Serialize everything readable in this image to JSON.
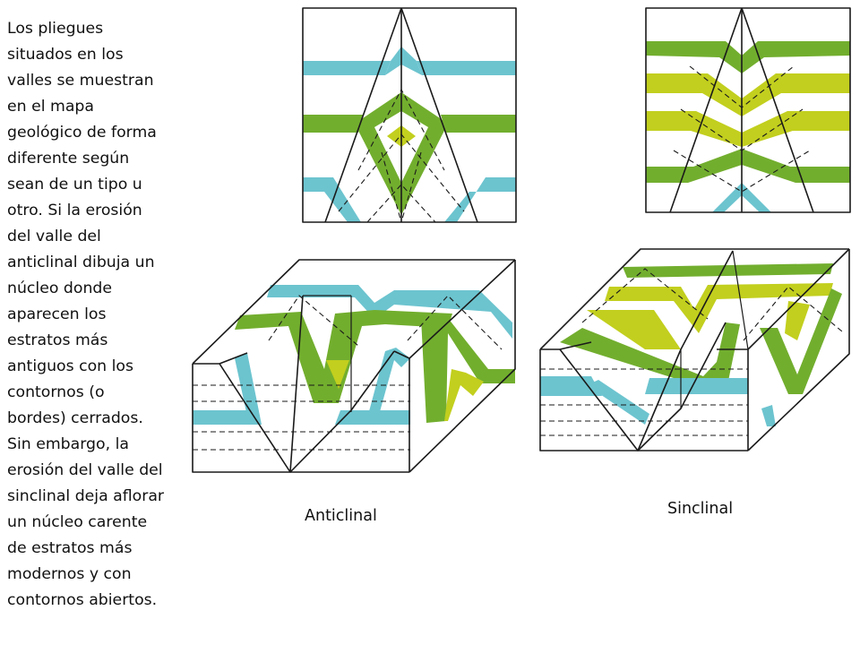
{
  "description": {
    "text": "Los pliegues\nsituados en los\nvalles se muestran\nen el mapa\ngeológico de forma\ndiferente según\nsean de un tipo u\notro. Si la erosión\ndel valle del\nanticlinal dibuja un\nnúcleo donde\naparecen los\nestratos más\nantiguos con los\ncontornos (o\nbordes) cerrados.\nSin embargo, la\nerosión del valle del\nsinclinal deja aflorar\nun núcleo carente\nde estratos más\nmodernos y con\ncontornos abiertos."
  },
  "captions": {
    "anticlinal": "Anticlinal",
    "sinclinal": "Sinclinal"
  },
  "colors": {
    "blue_stratum": "#6cc4cf",
    "green_stratum": "#72ae2e",
    "yellow_stratum": "#c2cf1e",
    "outline": "#1a1a1a",
    "background": "#ffffff"
  }
}
